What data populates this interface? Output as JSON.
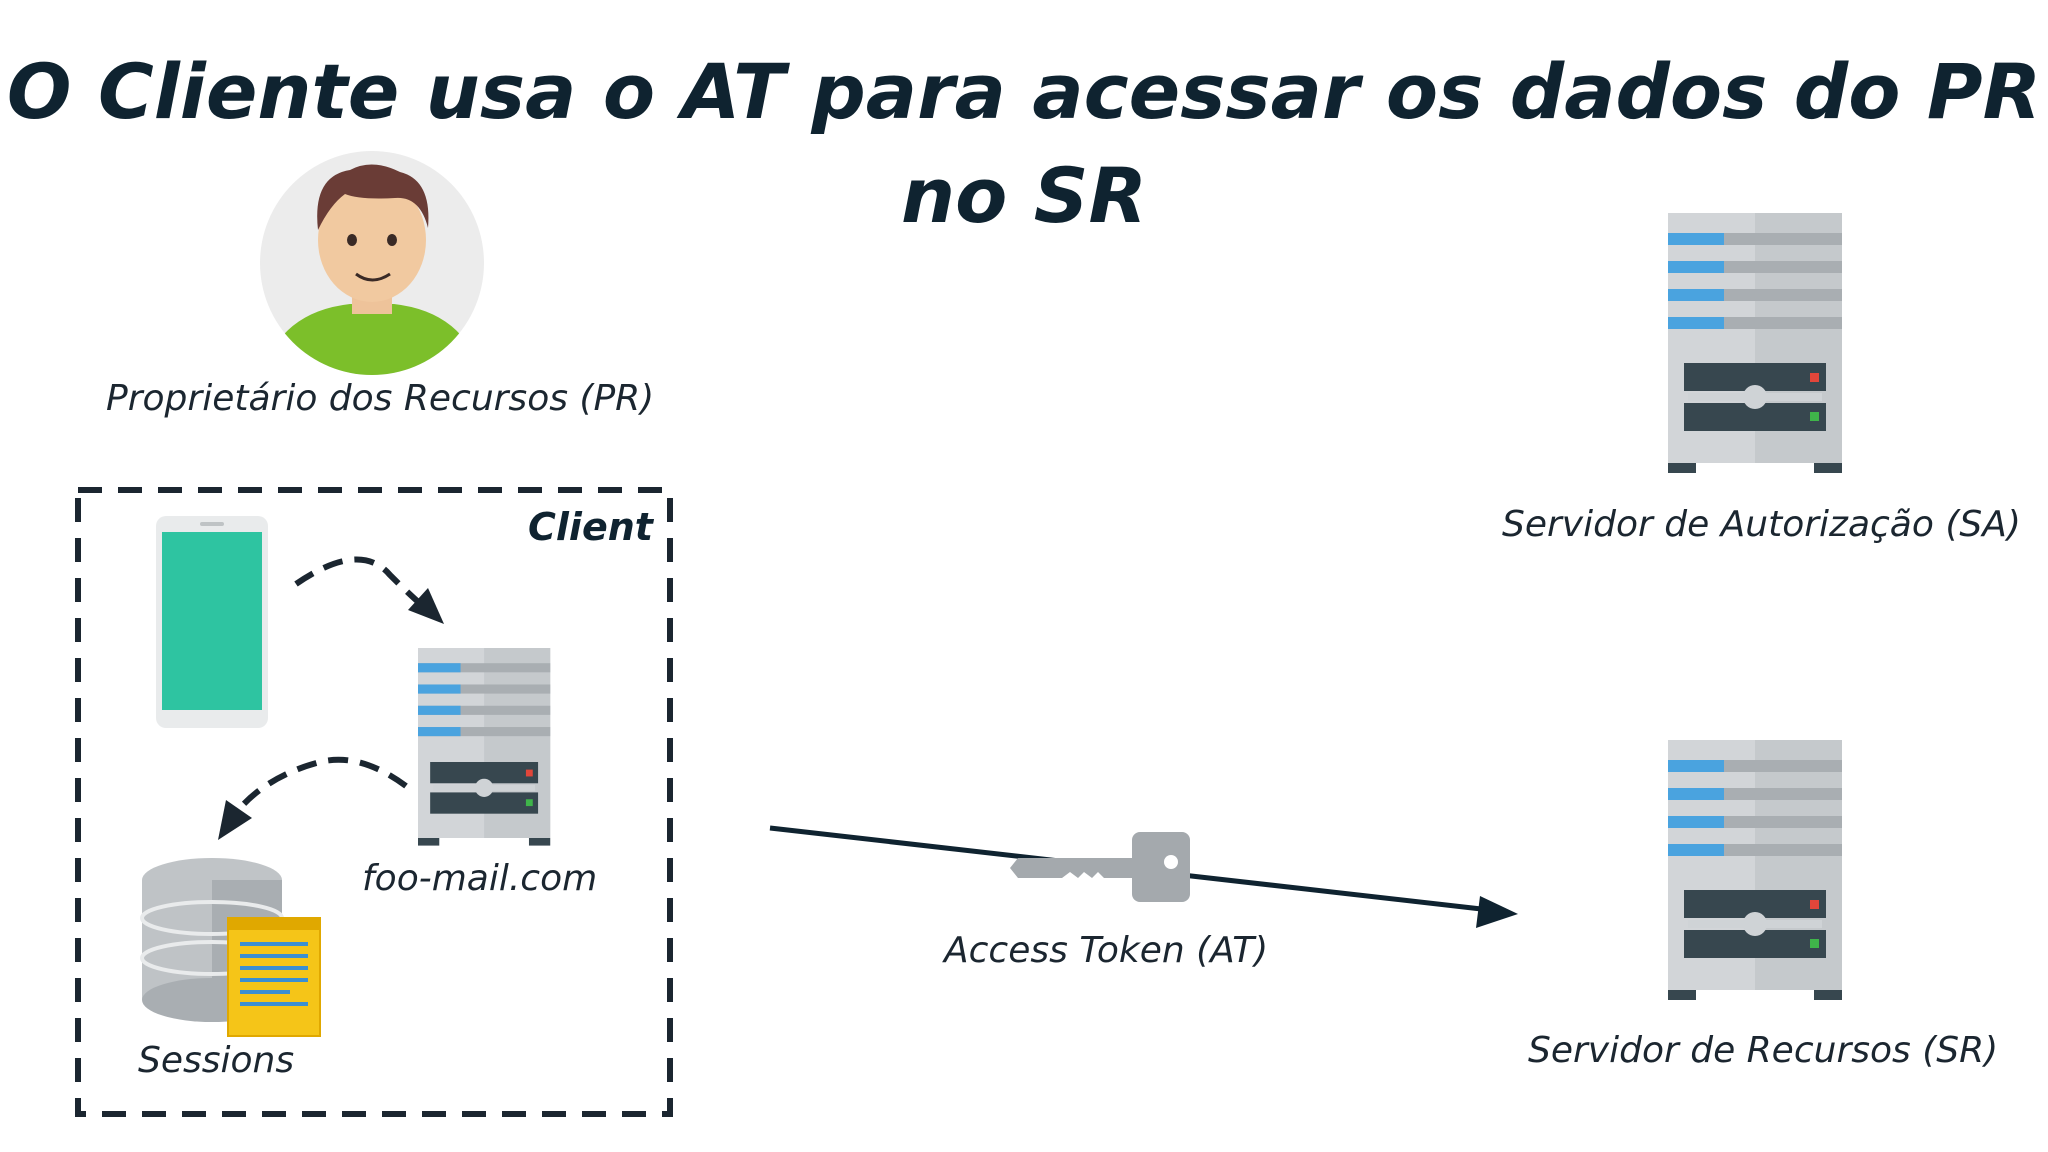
{
  "title": "O Cliente usa o AT para acessar os dados do PR no SR",
  "labels": {
    "resource_owner": "Proprietário dos Recursos (PR)",
    "client": "Client",
    "client_server": "foo-mail.com",
    "sessions": "Sessions",
    "access_token": "Access Token (AT)",
    "auth_server": "Servidor de Autorização (SA)",
    "resource_server": "Servidor de Recursos (SR)"
  },
  "icons": {
    "resource_owner": "person-avatar-icon",
    "mobile": "smartphone-icon",
    "client_server": "server-icon",
    "sessions": "database-document-icon",
    "token": "key-icon",
    "auth_server": "server-icon",
    "resource_server": "server-icon"
  },
  "colors": {
    "text": "#0f2330",
    "server_body": "#d9dbdd",
    "server_accent": "#4aa3df",
    "phone_screen": "#2ec4a1",
    "avatar_bg": "#ececec",
    "shirt": "#7cbf2a",
    "key": "#a4a9ad",
    "document": "#f5c518"
  }
}
